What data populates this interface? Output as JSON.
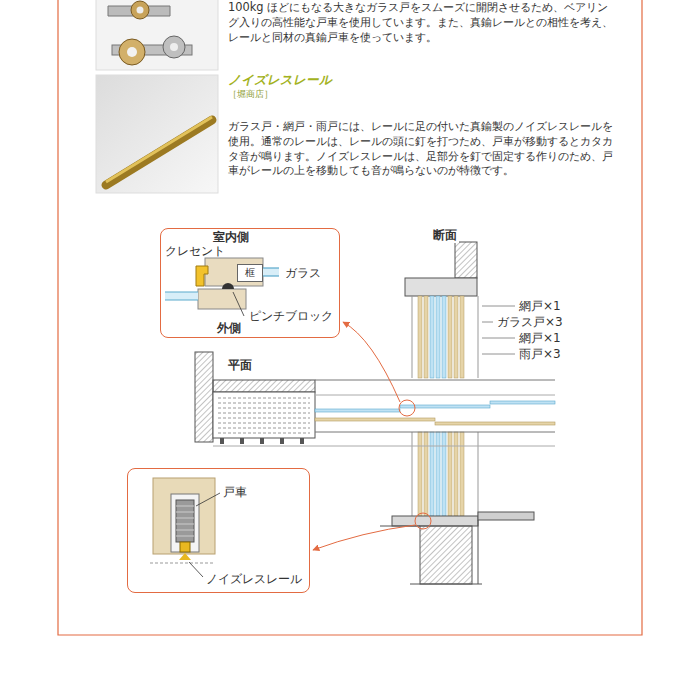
{
  "diagram": {
    "nodes": [
      {
        "text": [
          "室内側",
          "クレセント",
          "ガラス",
          "ピンチブロック",
          "外側"
        ]
      },
      {
        "text": [
          "框"
        ],
        "in": 0
      },
      {
        "text": [
          "戸車",
          "ノイズレスレール"
        ]
      }
    ],
    "labels": [
      "100kg ほどにもなる大きなガラス戸をスムーズに開閉させるため、ベアリング入りの高性能な戸車を使用しています。また、真鍮レールとの相性を考え、レールと同材の真鍮戸車を使っています。",
      "ノイズレスレール",
      "［堀商店］",
      "ガラス戸・網戸・雨戸には、レールに足の付いた真鍮製のノイズレスレールを使用。通常のレールは、レールの頭に釘を打つため、戸車が移動するとカタカタ音が鳴ります。ノイズレスレールは、足部分を釘で固定する作りのため、戸車がレールの上を移動しても音が鳴らないのが特徴です。",
      "断面",
      "網戸×1",
      "ガラス戸×3",
      "網戸×1",
      "雨戸×3",
      "平面"
    ]
  }
}
